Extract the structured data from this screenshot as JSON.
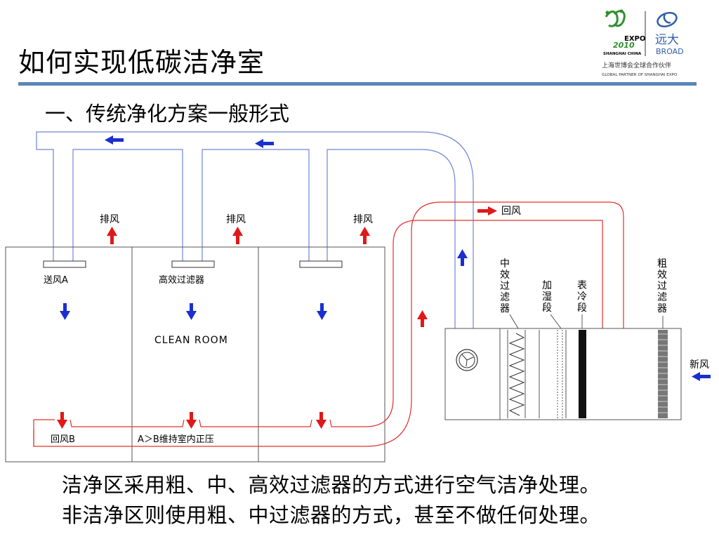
{
  "slide": {
    "title": "如何实现低碳洁净室",
    "subtitle": "一、传统净化方案一般形式",
    "paragraph_line1": "洁净区采用粗、中、高效过滤器的方式进行空气洁净处理。",
    "paragraph_line2": "非洁净区则使用粗、中过滤器的方式，甚至不做任何处理。"
  },
  "logo": {
    "expo_text": "EXPO",
    "year_text": "2010",
    "city_text": "SHANGHAI CHINA",
    "brand_cn": "远大",
    "brand_en": "BROAD",
    "partner_cn": "上海世博会全球合作伙伴",
    "partner_en": "GLOBAL PARTNER OF SHANGHAI EXPO"
  },
  "diagram": {
    "exhaust_1": "排风",
    "exhaust_2": "排风",
    "exhaust_3": "排风",
    "supply_label": "送风A",
    "hepa_label": "高效过滤器",
    "room_label": "CLEAN ROOM",
    "return_air_top": "回风",
    "return_b": "回风B",
    "pressure_note": "A＞B维持室内正压",
    "medium_filter": "中效过滤器",
    "humidify": "加湿段",
    "cooling": "表冷段",
    "coarse_filter": "粗效过滤器",
    "fresh_air": "新风"
  },
  "colors": {
    "supply_duct": "#6f86d6",
    "return_duct": "#e0302c",
    "arrow_blue": "#1a2fd0",
    "arrow_red": "#e01818",
    "rule": "#5b85b9",
    "logo_green": "#2f8f2f",
    "logo_blue": "#2f5fa8"
  }
}
